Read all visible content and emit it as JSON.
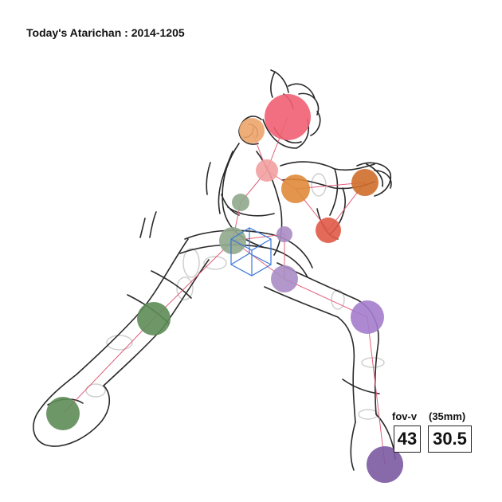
{
  "title": "Today's Atarichan : 2014-1205",
  "camera": {
    "fov_label": "fov-v",
    "lens_label": "(35mm)",
    "fov_value": "43",
    "lens_value": "30.5"
  },
  "colors": {
    "sketch": "#2a2a2a",
    "bone": "#e0607a",
    "head": "#ef5f72",
    "ear": "#eda56a",
    "chest": "#f2a0a0",
    "shoulder": "#e08a3a",
    "elbow": "#e05a46",
    "hand": "#cf6e2a",
    "hip": "#8fa88c",
    "knee_left": "#5e8c58",
    "foot_left": "#5e8c58",
    "pelvis": "#a88cc4",
    "knee_right": "#a37ccc",
    "foot_right": "#7b5aa2",
    "gizmo": "#3a78d8",
    "guide": "#cfcfcf"
  }
}
